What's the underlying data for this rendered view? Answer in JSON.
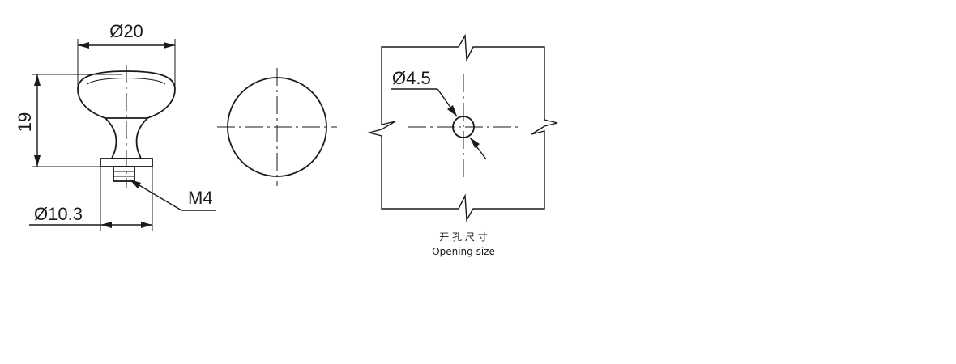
{
  "labels": {
    "knob_diameter": "Ø20",
    "knob_height": "19",
    "base_diameter": "Ø10.3",
    "thread": "M4",
    "hole_diameter": "Ø4.5",
    "caption_cn": "开 孔 尺 寸",
    "caption_en": "Opening size"
  }
}
